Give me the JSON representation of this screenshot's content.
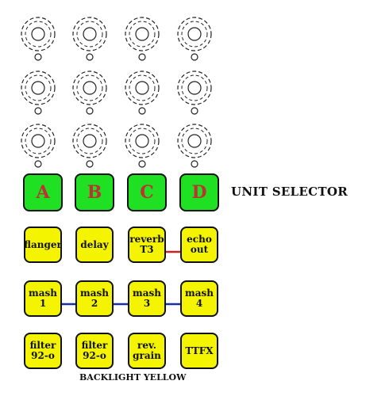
{
  "labels": {
    "unit_selector": "UNIT SELECTOR",
    "backlight": "BACKLIGHT YELLOW"
  },
  "knobs": {
    "rows": 3,
    "columns": 4
  },
  "unit_buttons": [
    "A",
    "B",
    "C",
    "D"
  ],
  "effect_rows": [
    [
      {
        "line1": "flanger",
        "line2": ""
      },
      {
        "line1": "delay",
        "line2": ""
      },
      {
        "line1": "reverb",
        "line2": "T3"
      },
      {
        "line1": "echo",
        "line2": "out"
      }
    ],
    [
      {
        "line1": "mash",
        "line2": "1"
      },
      {
        "line1": "mash",
        "line2": "2"
      },
      {
        "line1": "mash",
        "line2": "3"
      },
      {
        "line1": "mash",
        "line2": "4"
      }
    ],
    [
      {
        "line1": "filter",
        "line2": "92-o"
      },
      {
        "line1": "filter",
        "line2": "92-o"
      },
      {
        "line1": "rev.",
        "line2": "grain"
      },
      {
        "line1": "TTFX",
        "line2": ""
      }
    ]
  ],
  "colors": {
    "unit_button": "#1fe022",
    "unit_letter": "#b33333",
    "effect_button": "#f4f400",
    "reverb_echo_link": "#cc2222",
    "mash_link": "#1a2ea0"
  }
}
